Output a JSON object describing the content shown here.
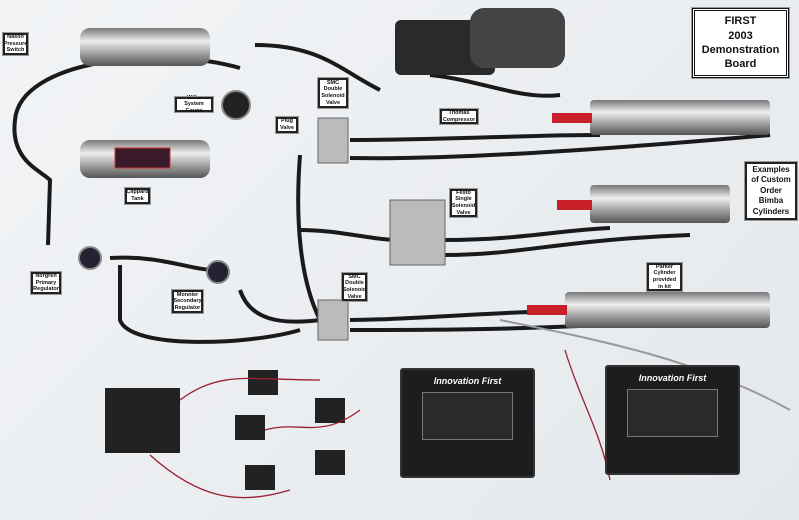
{
  "title": {
    "line1": "FIRST",
    "line2": "2003",
    "line3": "Demonstration",
    "line4": "Board"
  },
  "labels": {
    "nason": "Nason Pressure Switch",
    "wilke": "Wilke System Gauge",
    "plug": "Plug Valve",
    "smc_top": "SMC Double Solenoid Valve",
    "thomas": "Thomas Compressor",
    "clippard": "Clippard Tank",
    "festo": "Festo Single Solenoid Valve",
    "bimba": "Examples of Custom Order Bimba Cylinders",
    "norgren": "Norgren Primary Regulator",
    "monnier": "Monnier Secondary Regulator",
    "smc_bottom": "SMC Double Solenoid Valve",
    "parker": "Parker Cylinder provided in kit"
  },
  "controllers": [
    {
      "label": "Innovation First"
    },
    {
      "label": "Innovation First"
    }
  ],
  "colors": {
    "tube": "#1a1a1a",
    "brass": "#b8974a",
    "cap": "#c8202a",
    "wire": "#9a2030"
  }
}
